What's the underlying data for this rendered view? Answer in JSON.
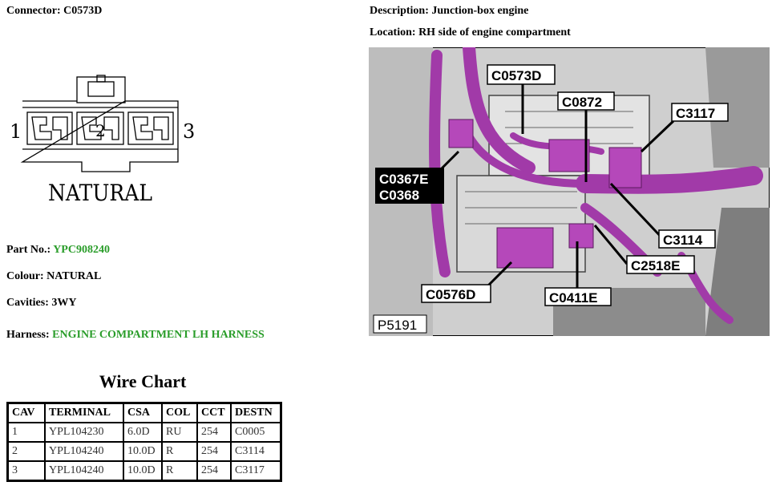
{
  "header": {
    "connector_label": "Connector:",
    "connector_value": "C0573D",
    "description_label": "Description:",
    "description_value": "Junction-box engine",
    "location_label": "Location:",
    "location_value": "RH side of engine compartment"
  },
  "diagram": {
    "pin_left": "1",
    "pin_center": "2",
    "pin_right": "3",
    "colour_caption": "NATURAL"
  },
  "details": {
    "part_no_label": "Part No.:",
    "part_no_value": "YPC908240",
    "colour_label": "Colour:",
    "colour_value": "NATURAL",
    "cavities_label": "Cavities:",
    "cavities_value": "3WY",
    "harness_label": "Harness:",
    "harness_value": "ENGINE COMPARTMENT LH HARNESS"
  },
  "photo_callouts": {
    "c0573d": "C0573D",
    "c0872": "C0872",
    "c3117": "C3117",
    "c0367e": "C0367E",
    "c0368": "C0368",
    "c3114": "C3114",
    "c2518e": "C2518E",
    "c0576d": "C0576D",
    "c0411e": "C0411E",
    "figure_id": "P5191"
  },
  "wire_chart": {
    "title": "Wire Chart",
    "headers": [
      "CAV",
      "TERMINAL",
      "CSA",
      "COL",
      "CCT",
      "DESTN"
    ],
    "rows": [
      [
        "1",
        "YPL104230",
        "6.0D",
        "RU",
        "254",
        "C0005"
      ],
      [
        "2",
        "YPL104240",
        "10.0D",
        "R",
        "254",
        "C3114"
      ],
      [
        "3",
        "YPL104240",
        "10.0D",
        "R",
        "254",
        "C3117"
      ]
    ]
  },
  "colors": {
    "accent_green": "#2a9d2a",
    "harness_purple": "#a13aa8"
  }
}
